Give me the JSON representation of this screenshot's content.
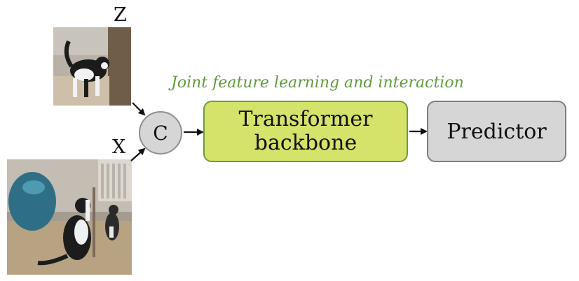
{
  "inputs": {
    "z_label": "Z",
    "x_label": "X"
  },
  "concat_label": "C",
  "caption": "Joint feature learning and interaction",
  "backbone": {
    "line1": "Transformer",
    "line2": "backbone"
  },
  "predictor": "Predictor",
  "colors": {
    "caption": "#5f9a3e",
    "backbone_fill": "#d6e36a",
    "backbone_border": "#6c9b3a",
    "gray_fill": "#d6d6d6"
  }
}
